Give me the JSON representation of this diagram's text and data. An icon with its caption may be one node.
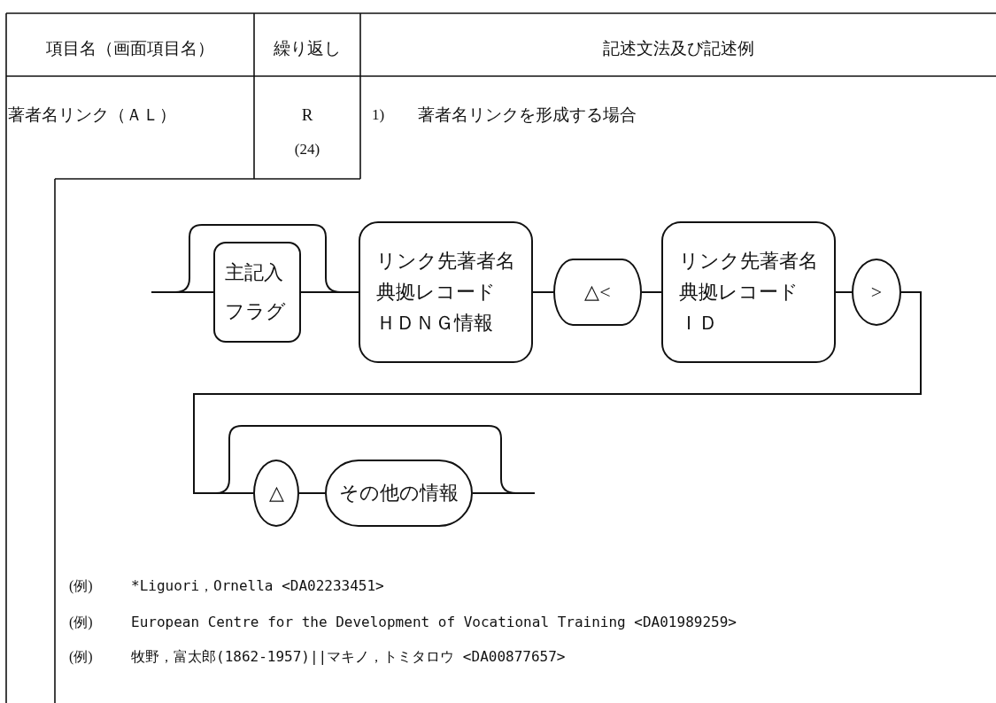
{
  "diagram": {
    "nodes": [
      {
        "text": [
          "主記入フラグ"
        ]
      },
      {
        "text": [
          "リンク先著者名",
          "典拠レコード",
          "ＨＤＮＧ情報"
        ]
      },
      {
        "text": [
          "△<"
        ]
      },
      {
        "text": [
          "リンク先著者名",
          "典拠レコード",
          "ＩＤ"
        ]
      },
      {
        "text": [
          ">"
        ]
      },
      {
        "text": [
          "△"
        ]
      },
      {
        "text": [
          "その他の情報"
        ]
      }
    ],
    "edges": [
      {
        "from": null,
        "to": 0,
        "arrow": "none"
      },
      {
        "from": null,
        "to": 1,
        "arrow": "none"
      },
      {
        "from": 0,
        "to": 1,
        "arrow": "none"
      },
      {
        "from": 1,
        "to": 2,
        "arrow": "none"
      },
      {
        "from": 2,
        "to": 3,
        "arrow": "none"
      },
      {
        "from": 3,
        "to": 4,
        "arrow": "none"
      },
      {
        "from": 4,
        "to": 5,
        "arrow": "none"
      },
      {
        "from": 4,
        "to": null,
        "arrow": "none"
      },
      {
        "from": 5,
        "to": 6,
        "arrow": "none"
      },
      {
        "from": 6,
        "to": null,
        "arrow": "none"
      }
    ],
    "labels": [
      "項目名（画面項目名）",
      "繰り返し",
      "記述文法及び記述例",
      "著者名リンク（ＡＬ）",
      "R",
      "(24)",
      "1)",
      "著者名リンクを形成する場合",
      "(例)",
      "*Liguori，Ornella <DA02233451>",
      "(例)",
      "European Centre for the Development of Vocational Training <DA01989259>",
      "(例)",
      "牧野，富太郎(1862-1957)||マキノ，トミタロウ <DA00877657>"
    ]
  }
}
